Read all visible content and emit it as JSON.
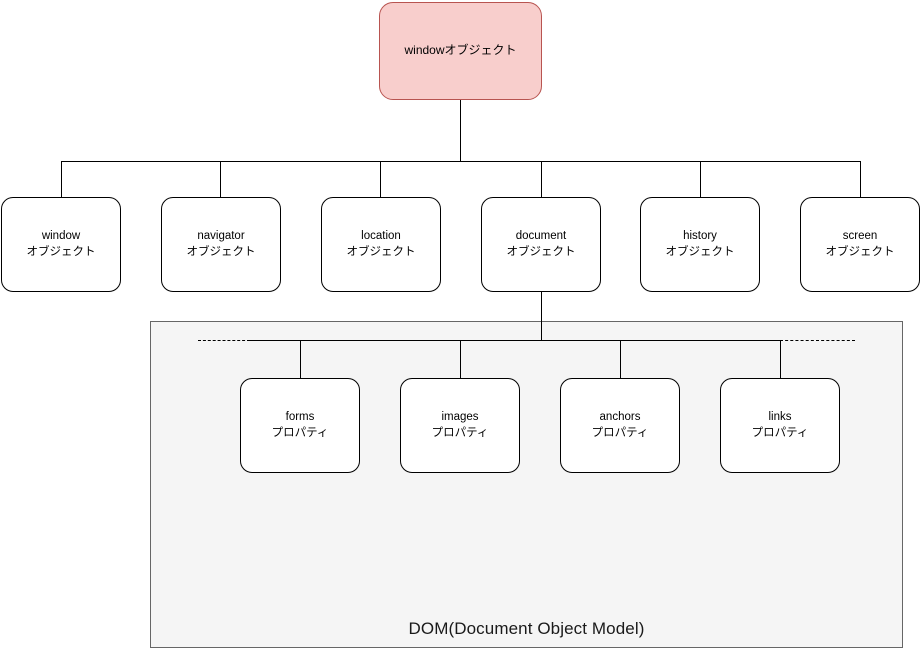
{
  "diagram": {
    "title_text": "DOM(Document Object Model)",
    "colors": {
      "root_fill": "#f8cecc",
      "root_border": "#b85450",
      "node_fill": "#ffffff",
      "node_border": "#000000",
      "dom_panel_fill": "#f5f5f5",
      "dom_panel_border": "#666666",
      "line": "#000000",
      "page_background": "#ffffff"
    },
    "root": {
      "label_line1": "windowオブジェクト"
    },
    "level2": [
      {
        "name": "window",
        "line1": "window",
        "line2": "オブジェクト"
      },
      {
        "name": "navigator",
        "line1": "navigator",
        "line2": "オブジェクト"
      },
      {
        "name": "location",
        "line1": "location",
        "line2": "オブジェクト"
      },
      {
        "name": "document",
        "line1": "document",
        "line2": "オブジェクト"
      },
      {
        "name": "history",
        "line1": "history",
        "line2": "オブジェクト"
      },
      {
        "name": "screen",
        "line1": "screen",
        "line2": "オブジェクト"
      }
    ],
    "level3": [
      {
        "name": "forms",
        "line1": "forms",
        "line2": "プロパティ"
      },
      {
        "name": "images",
        "line1": "images",
        "line2": "プロパティ"
      },
      {
        "name": "anchors",
        "line1": "anchors",
        "line2": "プロパティ"
      },
      {
        "name": "links",
        "line1": "links",
        "line2": "プロパティ"
      }
    ]
  }
}
